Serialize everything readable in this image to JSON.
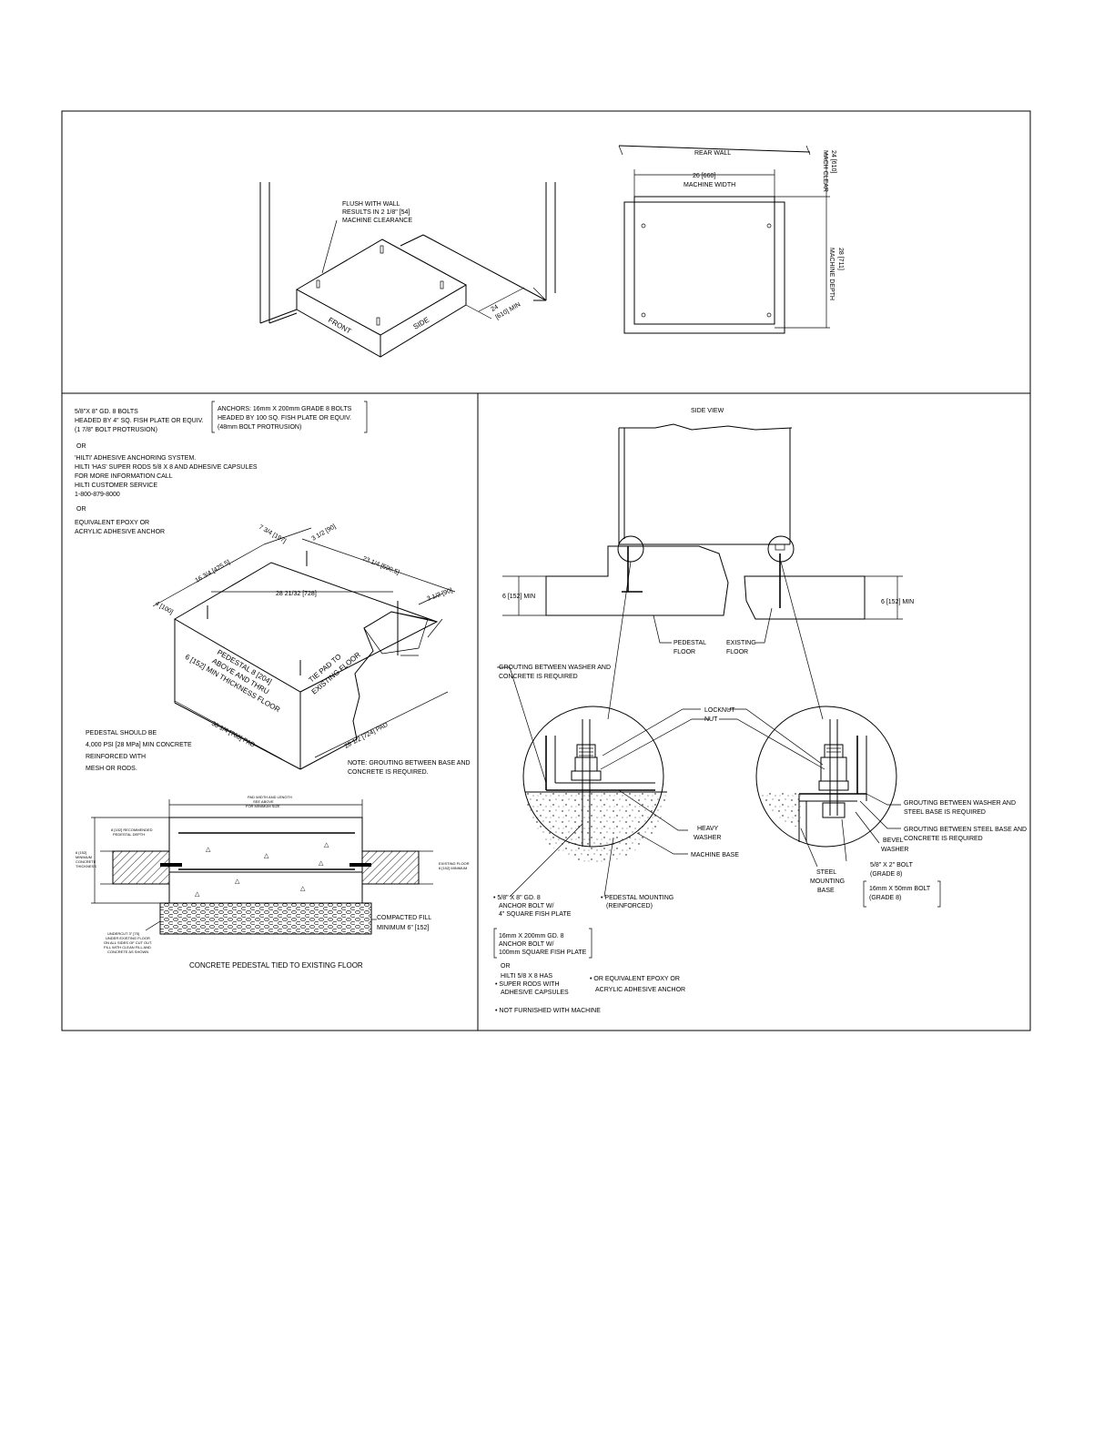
{
  "iso_top": {
    "flush_note": [
      "FLUSH WITH WALL",
      "RESULTS IN 2 1/8\" [54]",
      "MACHINE CLEARANCE"
    ],
    "front": "FRONT",
    "side": "SIDE",
    "min_clear": [
      "24",
      "[610] MIN"
    ]
  },
  "plan_top": {
    "rear_wall": "REAR WALL",
    "width_value": "26 [660]",
    "width_label": "MACHINE WIDTH",
    "clear_value": "24 [610]",
    "clear_label": "MACH CLEAR",
    "depth_value": "28 [711]",
    "depth_label": "MACHINE DEPTH"
  },
  "anchor_notes": {
    "imperial": [
      "5/8\"X 8\" GD. 8 BOLTS",
      "HEADED BY 4\" SQ. FISH PLATE OR EQUIV.",
      "(1 7/8\" BOLT PROTRUSION)"
    ],
    "metric": [
      "ANCHORS: 16mm  X 200mm GRADE 8 BOLTS",
      "HEADED BY 100 SQ. FISH PLATE OR EQUIV.",
      "(48mm BOLT PROTRUSION)"
    ],
    "or1": "OR",
    "hilti": [
      "'HILTI' ADHESIVE ANCHORING SYSTEM.",
      "HILTI 'HAS' SUPER RODS 5/8 X 8 AND ADHESIVE CAPSULES",
      "FOR MORE INFORMATION CALL",
      "HILTI CUSTOMER SERVICE",
      "1-800-879-8000"
    ],
    "or2": "OR",
    "epoxy": [
      "EQUIVALENT EPOXY OR",
      "ACRYLIC ADHESIVE ANCHOR"
    ]
  },
  "pedestal_iso": {
    "dim_7_3_4": "7 3/4 [197]",
    "dim_3_1_2_top": "3 1/2 [90]",
    "dim_16_3_4": "16 3/4 [425.5]",
    "dim_23_1_4": "23 1/4 [590.5]",
    "dim_28_21_32": "28 21/32 [728]",
    "dim_4": "4 [100]",
    "dim_3_1_2_right": "3 1/2 [90]",
    "pedestal_note": [
      "PEDESTAL 8 [204]",
      "ABOVE AND THRU",
      "6 [152] MIN THICKNESS FLOOR"
    ],
    "tie_note": [
      "TIE PAD TO",
      "EXISTING FLOOR"
    ],
    "dim_30_1_4": "30 1/4 [768] PAD",
    "dim_28_1_2": "28 1/2 [724] PAD",
    "pedestal_spec": [
      "PEDESTAL SHOULD BE",
      "4,000 PSI [28 MPa] MIN CONCRETE",
      "REINFORCED WITH",
      "MESH OR RODS."
    ],
    "grout_note": [
      "NOTE: GROUTING BETWEEN BASE AND",
      "CONCRETE IS REQUIRED."
    ]
  },
  "section": {
    "top_note": [
      "PAD WIDTH AND LENGTH",
      "SEE ABOVE",
      "FOR MINIMUM SIZE"
    ],
    "rebar_note": [
      "8 [152] RECOMMENDED",
      "PEDESTAL DEPTH"
    ],
    "left_note": [
      "6 [152]",
      "MINIMUM",
      "CONCRETE",
      "THICKNESS"
    ],
    "right_note": [
      "EXISTING FLOOR",
      "6 [152] MINIMUM"
    ],
    "fill_note": [
      "COMPACTED FILL",
      "MINIMUM 6\" [152]"
    ],
    "undercut_note": [
      "UNDERCUT 3\" [75]",
      "UNDER EXISTING FLOOR",
      "ON ALL SIDES OF CUT OUT.",
      "FILL WITH CLEAN FILL AND",
      "CONCRETE AS SHOWN"
    ],
    "caption": "CONCRETE PEDESTAL TIED TO EXISTING FLOOR"
  },
  "side_view": {
    "title": "SIDE VIEW",
    "dim_left": "6 [152] MIN",
    "dim_right": "6 [152] MIN",
    "pedestal_floor": [
      "PEDESTAL",
      "FLOOR"
    ],
    "existing_floor": [
      "EXISTING",
      "FLOOR"
    ],
    "grout_washer_concrete": [
      "GROUTING BETWEEN WASHER AND",
      "CONCRETE IS REQUIRED"
    ],
    "locknut": "LOCKNUT",
    "nut": "NUT",
    "heavy_washer": [
      "HEAVY",
      "WASHER"
    ],
    "machine_base": "MACHINE BASE",
    "grout_washer_steel": [
      "GROUTING BETWEEN WASHER AND",
      "STEEL BASE IS REQUIRED"
    ],
    "grout_steel_concrete": [
      "GROUTING BETWEEN STEEL BASE AND",
      "CONCRETE IS REQUIRED"
    ],
    "bevel_washer": [
      "BEVEL",
      "WASHER"
    ],
    "steel_base": [
      "STEEL",
      "MOUNTING",
      "BASE"
    ],
    "bolt_5_8": [
      "5/8\" X 2\" BOLT",
      "(GRADE 8)"
    ],
    "bolt_16mm": [
      "16mm X 50mm BOLT",
      "(GRADE 8)"
    ],
    "anchor_bolt": [
      "• 5/8\" X 8\" GD. 8",
      "ANCHOR BOLT W/",
      "4\" SQUARE FISH PLATE"
    ],
    "pedestal_mounting": [
      "• PEDESTAL MOUNTING",
      "(REINFORCED)"
    ],
    "anchor_metric": [
      "16mm X 200mm GD. 8",
      "ANCHOR BOLT W/",
      "100mm SQUARE FISH PLATE"
    ],
    "or": "OR",
    "hilti": [
      "HILTI 5/8 X 8 HAS",
      "• SUPER RODS WITH",
      "ADHESIVE CAPSULES"
    ],
    "epoxy": [
      "• OR EQUIVALENT EPOXY OR",
      "ACRYLIC ADHESIVE ANCHOR"
    ],
    "not_furnished": "• NOT FURNISHED WITH MACHINE"
  }
}
